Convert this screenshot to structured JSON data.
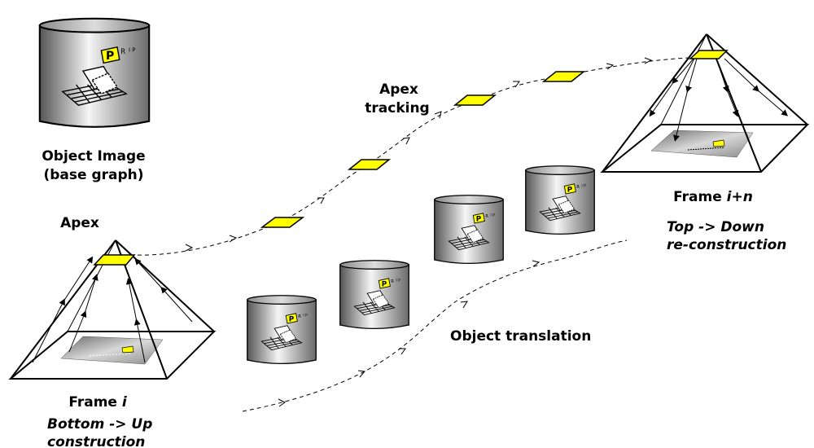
{
  "labels": {
    "object_image_line1": "Object Image",
    "object_image_line2": "(base graph)",
    "apex": "Apex",
    "apex_tracking_line1": "Apex",
    "apex_tracking_line2": "tracking",
    "frame_i_prefix": "Frame ",
    "frame_i_var": "i",
    "frame_in_prefix": "Frame ",
    "frame_in_var": "i+n",
    "bottom_up_line1": "Bottom -> Up",
    "bottom_up_line2": "construction",
    "top_down_line1": "Top -> Down",
    "top_down_line2": "re-construction",
    "object_translation": "Object translation"
  },
  "logo_text": "P R I P",
  "colors": {
    "apex_fill": "#ffff00",
    "line": "#000000",
    "cylinder_dark": "#5a5a5a",
    "cylinder_light": "#f2f2f2"
  }
}
